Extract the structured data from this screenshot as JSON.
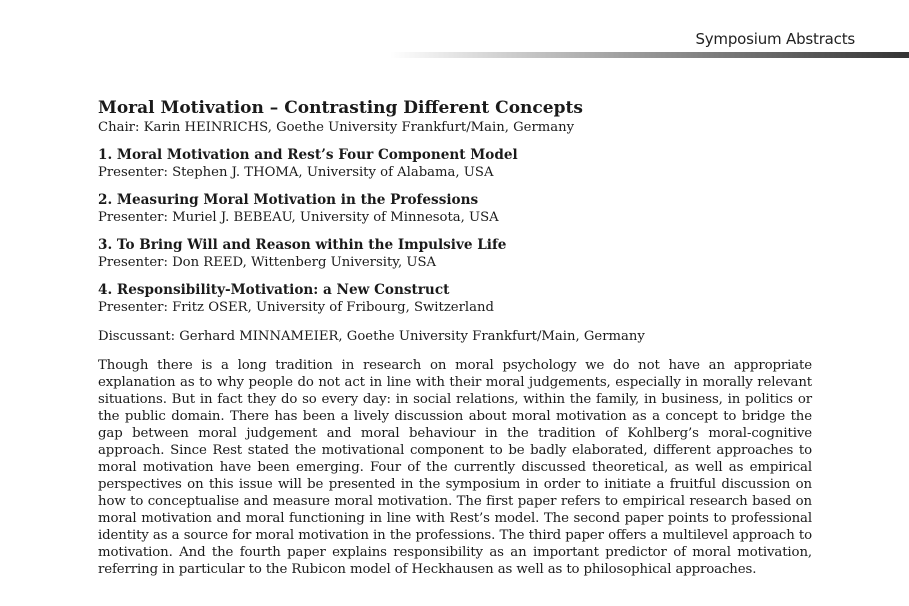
{
  "header": {
    "section_title": "Symposium Abstracts"
  },
  "symposium": {
    "title": "Moral Motivation – Contrasting Different Concepts",
    "chair": "Chair: Karin HEINRICHS, Goethe University Frankfurt/Main, Germany",
    "papers": [
      {
        "title": "1. Moral Motivation and Rest’s Four Component Model",
        "presenter": "Presenter: Stephen J. THOMA, University of Alabama, USA"
      },
      {
        "title": "2. Measuring Moral Motivation in the Professions",
        "presenter": "Presenter: Muriel J. BEBEAU, University of Minnesota, USA"
      },
      {
        "title": "3. To Bring Will and Reason within the Impulsive Life",
        "presenter": "Presenter: Don REED, Wittenberg University, USA"
      },
      {
        "title": "4. Responsibility-Motivation: a New Construct",
        "presenter": "Presenter: Fritz OSER, University of Fribourg, Switzerland"
      }
    ],
    "discussant": "Discussant: Gerhard MINNAMEIER, Goethe University Frankfurt/Main, Germany",
    "abstract": "Though there is a long tradition in research on moral psychology we do not have an appropriate explanation as to why people do not act in line with their moral judgements, especially in morally relevant situations. But in fact they do so every day: in social relations, within the family, in business, in politics or the public domain. There has been a lively discussion about moral motivation as a concept to bridge the gap between moral judgement and moral behaviour in the tradition of Kohlberg’s moral-cognitive approach. Since Rest stated the motivational component to be badly elaborated, different approaches to moral motivation have been emerging. Four of the currently discussed theoretical, as well as empirical perspectives on this issue will be presented in the symposium in order to initiate a fruitful discussion on how to conceptualise and measure moral motivation. The first paper refers to empirical research based on moral motivation and moral functioning in line with Rest’s model. The second paper points to professional identity as a source for moral motivation in the professions. The third paper offers a multilevel approach to motivation. And the fourth paper explains responsibility as an important predictor of moral motivation, referring in particular to the Rubicon model of Heckhausen as well as to philosophical approaches."
  }
}
